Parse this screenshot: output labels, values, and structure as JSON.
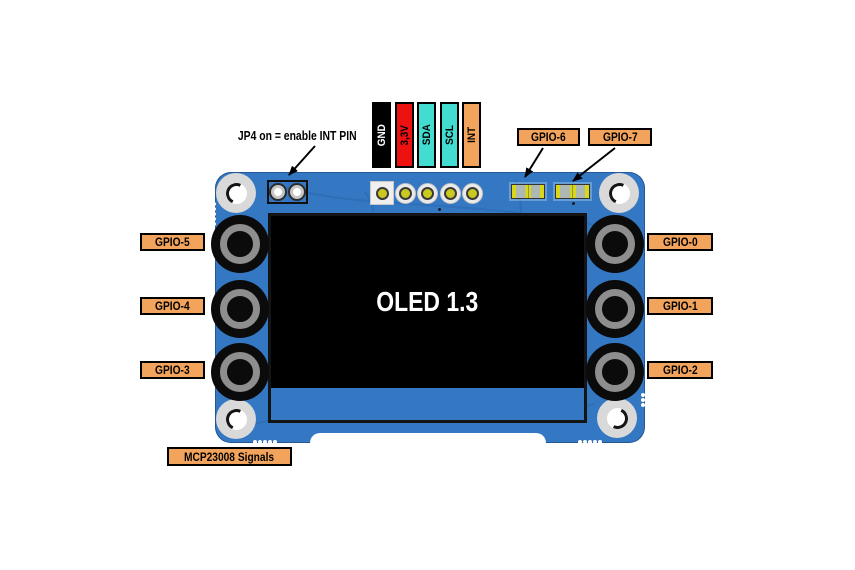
{
  "colors": {
    "board": "#3478C3",
    "board_trace": "#2B66AE",
    "label_orange": "#F2A45C",
    "red": "#EE1111",
    "cyan": "#43DCD1",
    "black": "#000000",
    "white": "#FFFFFF",
    "pad_yellow": "#C9C91F"
  },
  "annotations": {
    "jp4_note": "JP4 on = enable INT PIN",
    "mcp_signals": "MCP23008 Signals"
  },
  "screen": {
    "label": "OLED 1.3"
  },
  "pin_headers": [
    {
      "label": "GND",
      "bg": "#000000",
      "fg": "#FFFFFF"
    },
    {
      "label": "3,3V",
      "bg": "#EE1111",
      "fg": "#000000"
    },
    {
      "label": "SDA",
      "bg": "#43DCD1",
      "fg": "#000000"
    },
    {
      "label": "SCL",
      "bg": "#43DCD1",
      "fg": "#000000"
    },
    {
      "label": "INT",
      "bg": "#F2A45C",
      "fg": "#000000"
    }
  ],
  "gpio": {
    "top": [
      "GPIO-6",
      "GPIO-7"
    ],
    "left": [
      "GPIO-5",
      "GPIO-4",
      "GPIO-3"
    ],
    "right": [
      "GPIO-0",
      "GPIO-1",
      "GPIO-2"
    ]
  }
}
